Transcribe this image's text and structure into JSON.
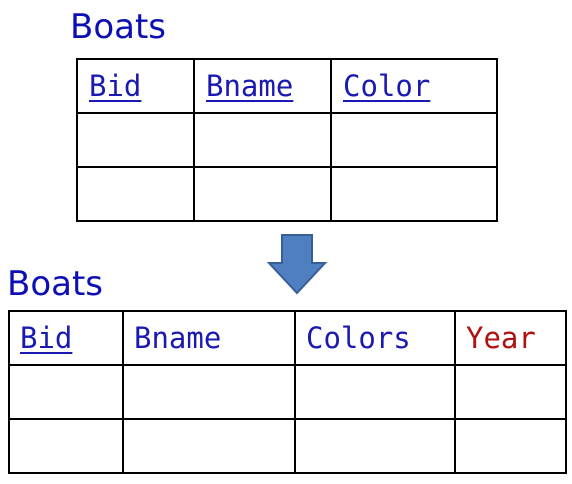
{
  "before": {
    "title": "Boats",
    "columns": [
      {
        "label": "Bid",
        "color": "#1a1ab2",
        "key": true
      },
      {
        "label": "Bname",
        "color": "#1a1ab2",
        "key": true
      },
      {
        "label": "Color",
        "color": "#1a1ab2",
        "key": true
      }
    ],
    "empty_rows": 2
  },
  "after": {
    "title": "Boats",
    "columns": [
      {
        "label": "Bid",
        "color": "#1a1ab2",
        "key": true
      },
      {
        "label": "Bname",
        "color": "#1a1ab2",
        "key": false
      },
      {
        "label": "Colors",
        "color": "#1a1ab2",
        "key": false
      },
      {
        "label": "Year",
        "color": "#b01010",
        "key": false
      }
    ],
    "empty_rows": 2
  },
  "arrow": {
    "icon": "down-arrow-icon",
    "fill": "#4f7fc0",
    "stroke": "#355f95"
  }
}
